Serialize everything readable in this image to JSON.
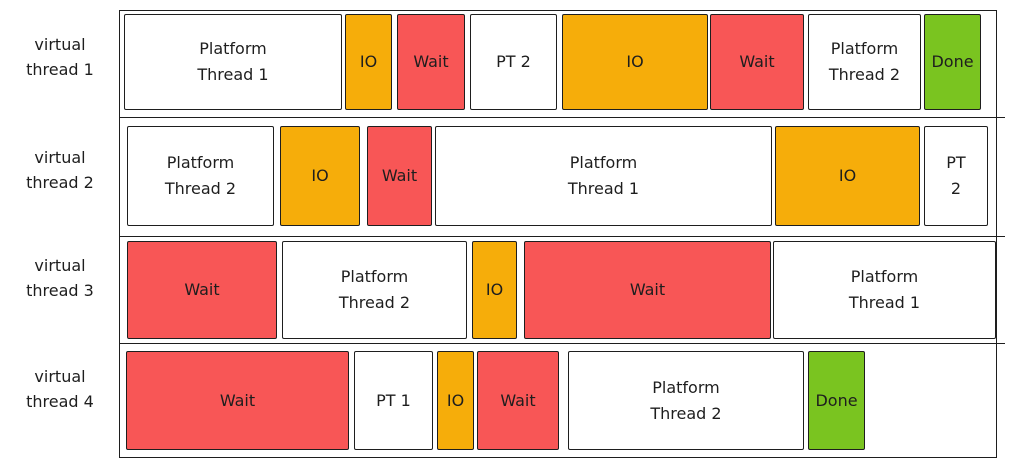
{
  "colors": {
    "platform": "#ffffff",
    "io": "#f6ad0a",
    "wait": "#f85656",
    "done": "#7ac420"
  },
  "rows": [
    {
      "label": "virtual\nthread 1",
      "segments": [
        {
          "kind": "platform",
          "text": "Platform\nThread 1"
        },
        {
          "kind": "io",
          "text": "IO"
        },
        {
          "kind": "wait",
          "text": "Wait"
        },
        {
          "kind": "platform",
          "text": "PT 2"
        },
        {
          "kind": "io",
          "text": "IO"
        },
        {
          "kind": "wait",
          "text": "Wait"
        },
        {
          "kind": "platform",
          "text": "Platform\nThread 2"
        },
        {
          "kind": "done",
          "text": "Done"
        }
      ]
    },
    {
      "label": "virtual\nthread 2",
      "segments": [
        {
          "kind": "platform",
          "text": "Platform\nThread 2"
        },
        {
          "kind": "io",
          "text": "IO"
        },
        {
          "kind": "wait",
          "text": "Wait"
        },
        {
          "kind": "platform",
          "text": "Platform\nThread 1"
        },
        {
          "kind": "io",
          "text": "IO"
        },
        {
          "kind": "platform",
          "text": "PT\n2"
        }
      ]
    },
    {
      "label": "virtual\nthread 3",
      "segments": [
        {
          "kind": "wait",
          "text": "Wait"
        },
        {
          "kind": "platform",
          "text": "Platform\nThread 2"
        },
        {
          "kind": "io",
          "text": "IO"
        },
        {
          "kind": "wait",
          "text": "Wait"
        },
        {
          "kind": "platform",
          "text": "Platform\nThread 1"
        }
      ]
    },
    {
      "label": "virtual\nthread 4",
      "segments": [
        {
          "kind": "wait",
          "text": "Wait"
        },
        {
          "kind": "platform",
          "text": "PT 1"
        },
        {
          "kind": "io",
          "text": "IO"
        },
        {
          "kind": "wait",
          "text": "Wait"
        },
        {
          "kind": "platform",
          "text": "Platform\nThread 2"
        },
        {
          "kind": "done",
          "text": "Done"
        }
      ]
    }
  ]
}
